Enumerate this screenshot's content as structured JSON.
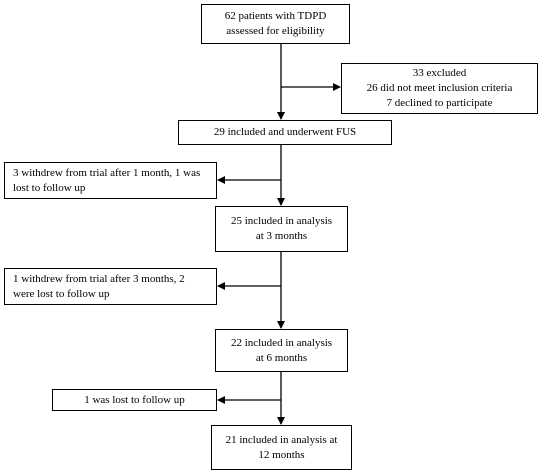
{
  "boxes": {
    "assessed": {
      "line1": "62 patients with TDPD",
      "line2": "assessed for eligibility"
    },
    "excluded": {
      "line1": "33 excluded",
      "line2": "26 did not meet inclusion criteria",
      "line3": "7 declined to participate"
    },
    "included_fus": {
      "line1": "29 included and underwent FUS"
    },
    "withdrew_1m": {
      "line1": "3 withdrew from trial after 1 month, 1 was",
      "line2": "lost to follow up"
    },
    "analysis_3m": {
      "line1": "25 included in analysis",
      "line2": "at 3 months"
    },
    "withdrew_3m": {
      "line1": "1 withdrew from trial after 3 months, 2",
      "line2": "were lost to follow up"
    },
    "analysis_6m": {
      "line1": "22 included in analysis",
      "line2": "at 6 months"
    },
    "lost_6m": {
      "line1": "1 was lost to follow up"
    },
    "analysis_12m": {
      "line1": "21 included in analysis at",
      "line2": "12 months"
    }
  }
}
